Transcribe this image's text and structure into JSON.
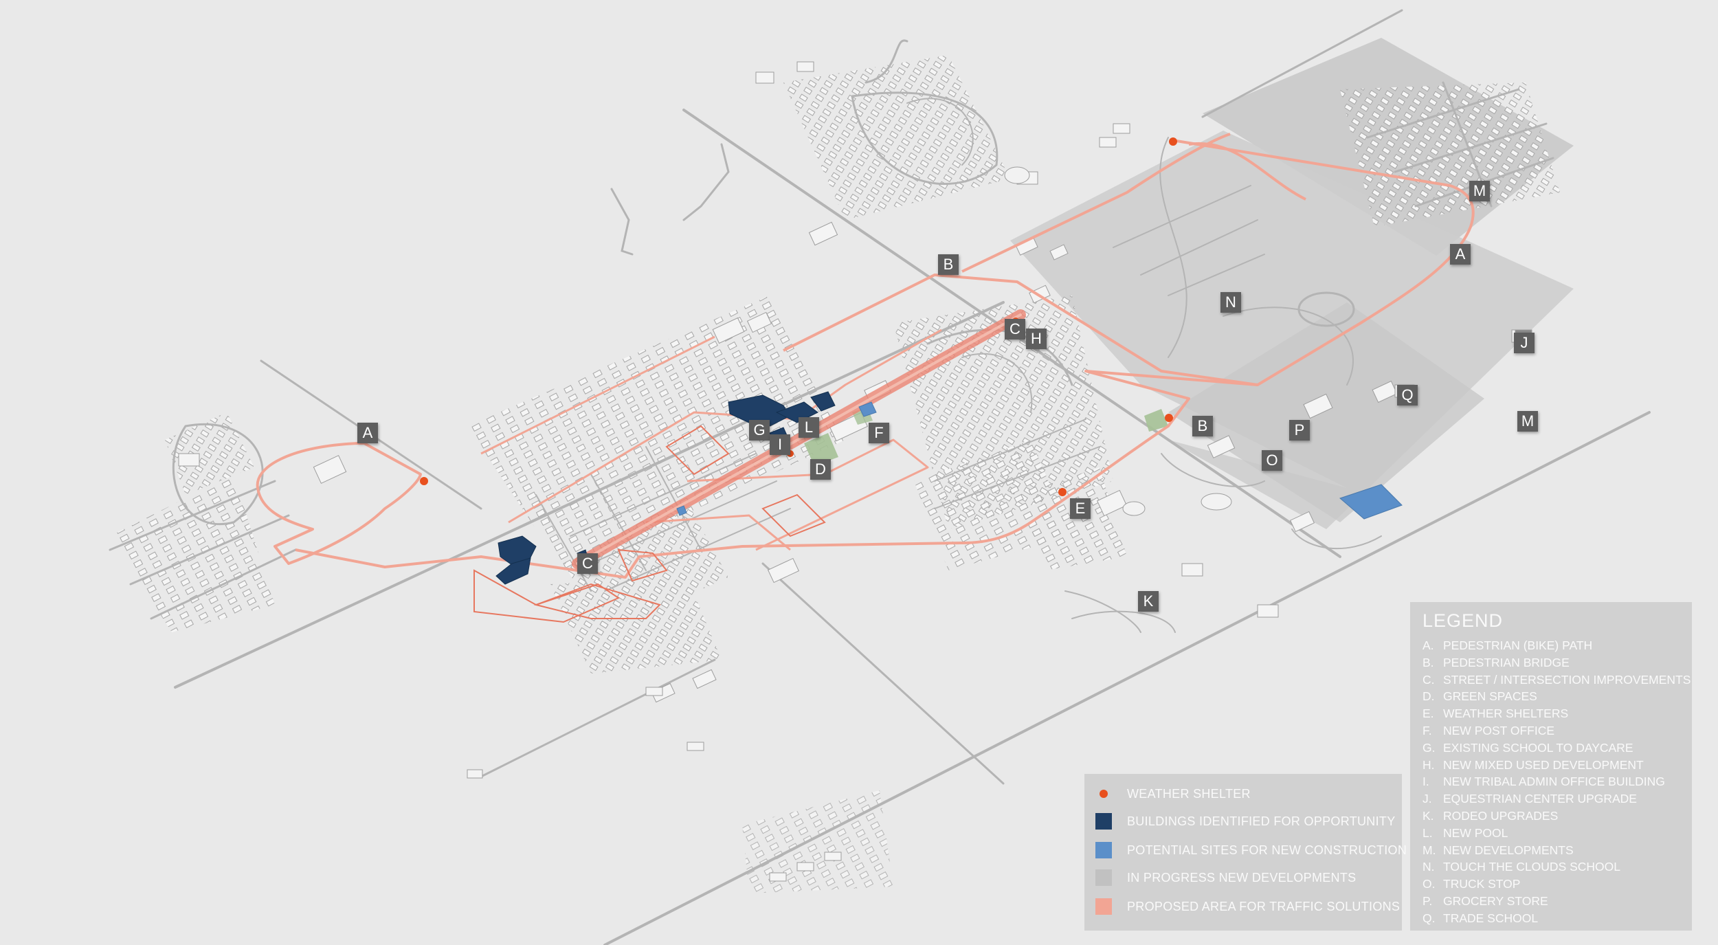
{
  "colors": {
    "background": "#e9e9e9",
    "road": "#b4b4b4",
    "building": "#f4f4f4",
    "development_zone": "#c9c9c9",
    "traffic_path": "#f2a594",
    "traffic_corridor": "#ec8573",
    "weather_shelter": "#e8501e",
    "opportunity_building": "#1f3f66",
    "new_construction": "#5b8fc9",
    "green_space": "#a5c196",
    "marker": "#5e5e5e"
  },
  "markers": [
    "A",
    "A",
    "B",
    "B",
    "C",
    "C",
    "D",
    "E",
    "F",
    "G",
    "H",
    "I",
    "J",
    "K",
    "L",
    "M",
    "M",
    "N",
    "O",
    "P",
    "Q"
  ],
  "legend": {
    "title": "LEGEND",
    "items": [
      {
        "key": "A.",
        "label": "PEDESTRIAN (BIKE) PATH"
      },
      {
        "key": "B.",
        "label": "PEDESTRIAN BRIDGE"
      },
      {
        "key": "C.",
        "label": "STREET / INTERSECTION IMPROVEMENTS"
      },
      {
        "key": "D.",
        "label": "GREEN SPACES"
      },
      {
        "key": "E.",
        "label": "WEATHER SHELTERS"
      },
      {
        "key": "F.",
        "label": "NEW POST OFFICE"
      },
      {
        "key": "G.",
        "label": "EXISTING SCHOOL TO DAYCARE"
      },
      {
        "key": "H.",
        "label": "NEW MIXED USED DEVELOPMENT"
      },
      {
        "key": "I.",
        "label": "NEW TRIBAL ADMIN OFFICE BUILDING"
      },
      {
        "key": "J.",
        "label": "EQUESTRIAN CENTER UPGRADE"
      },
      {
        "key": "K.",
        "label": "RODEO UPGRADES"
      },
      {
        "key": "L.",
        "label": "NEW POOL"
      },
      {
        "key": "M.",
        "label": "NEW DEVELOPMENTS"
      },
      {
        "key": "N.",
        "label": "TOUCH THE CLOUDS SCHOOL"
      },
      {
        "key": "O.",
        "label": "TRUCK STOP"
      },
      {
        "key": "P.",
        "label": "GROCERY STORE"
      },
      {
        "key": "Q.",
        "label": "TRADE SCHOOL"
      }
    ]
  },
  "key": {
    "items": [
      {
        "label": "WEATHER SHELTER",
        "symbol": "dot",
        "color": "#e8501e"
      },
      {
        "label": "BUILDINGS IDENTIFIED FOR OPPORTUNITY",
        "symbol": "square",
        "color": "#1f3f66"
      },
      {
        "label": "POTENTIAL SITES FOR NEW CONSTRUCTION",
        "symbol": "square",
        "color": "#5b8fc9"
      },
      {
        "label": "IN PROGRESS NEW DEVELOPMENTS",
        "symbol": "square",
        "color": "#c1c1c1"
      },
      {
        "label": "PROPOSED AREA FOR TRAFFIC SOLUTIONS",
        "symbol": "square",
        "color": "#f2a594"
      }
    ]
  }
}
